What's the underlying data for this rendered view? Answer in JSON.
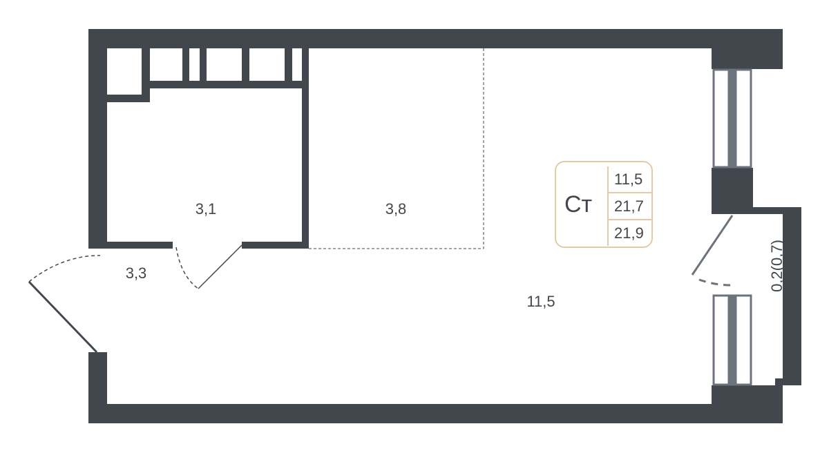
{
  "colors": {
    "wall": "#42464d",
    "window": "#6c737c",
    "badge_border": "#e3cba8"
  },
  "rooms": {
    "wardrobe": "3,1",
    "kitchen_zone": "3,8",
    "hall": "3,3",
    "living": "11,5",
    "balcony": "0,2(0,7)"
  },
  "badge": {
    "type": "Ст",
    "values": [
      "11,5",
      "21,7",
      "21,9"
    ]
  }
}
